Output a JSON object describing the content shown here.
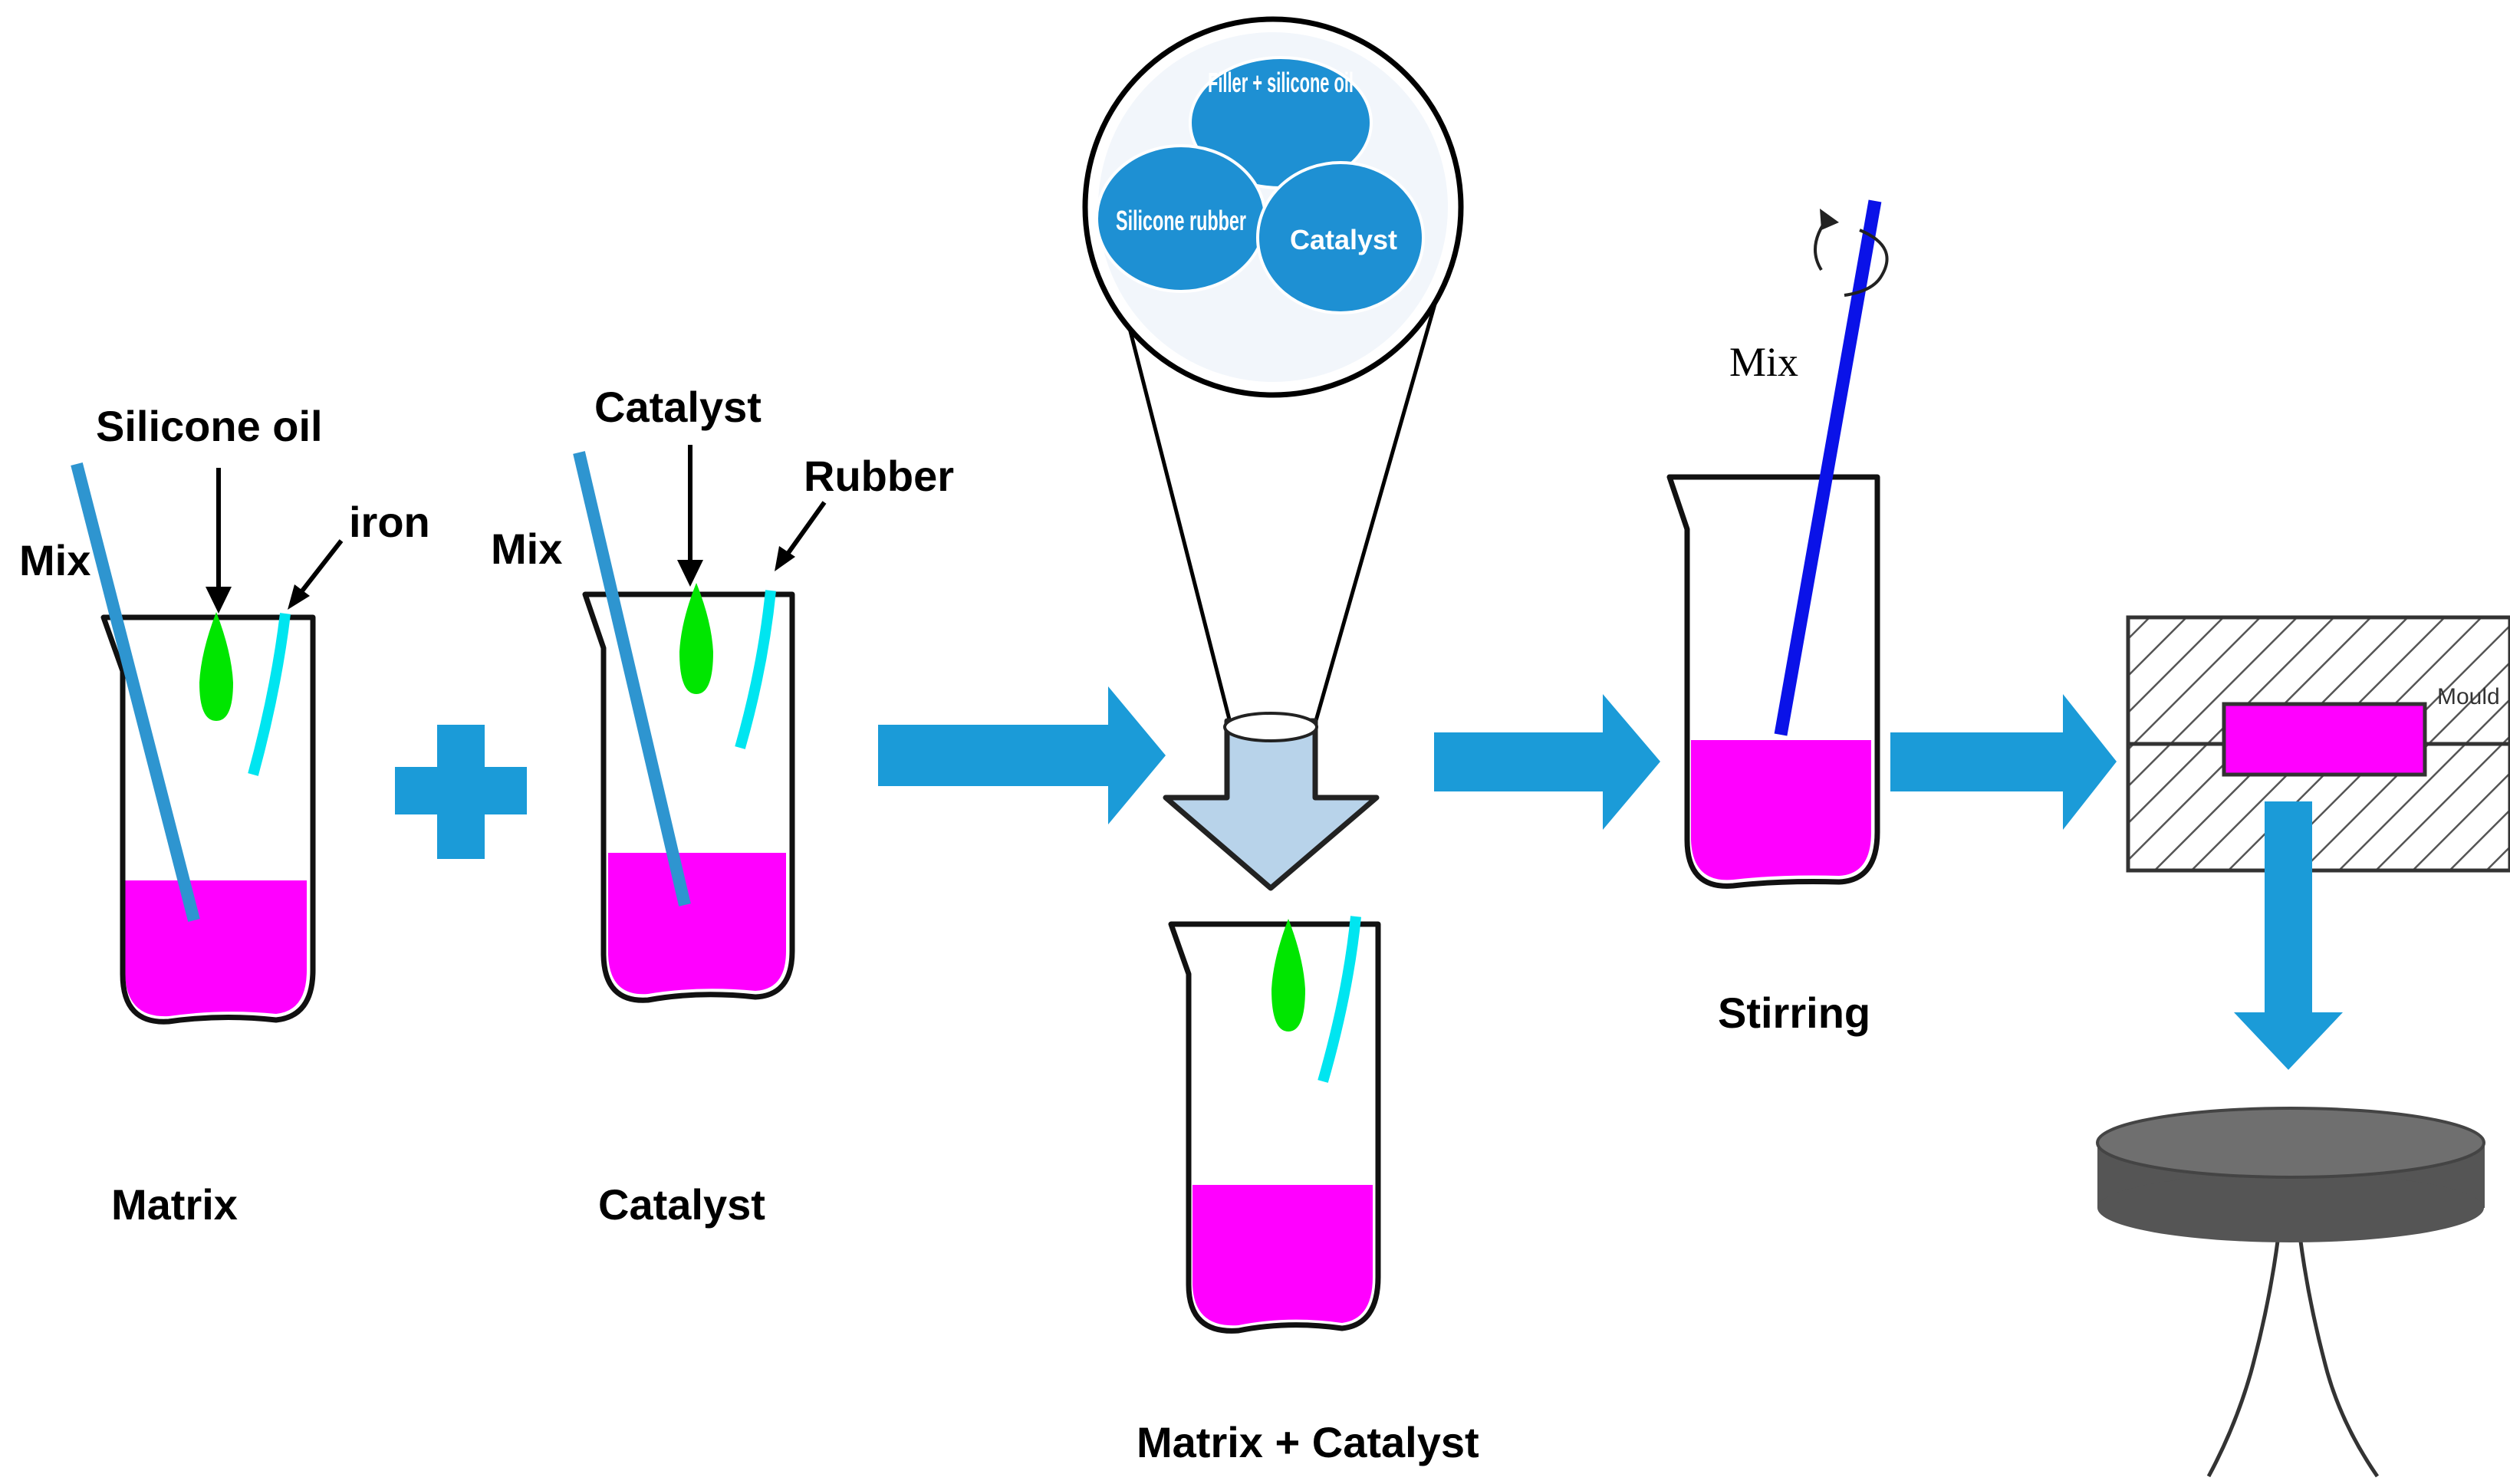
{
  "colors": {
    "liquid": "#ff00ff",
    "drop": "#00e600",
    "rod": "#2e95d0",
    "iron_rod": "#00e5f0",
    "arrow": "#1b9bd8",
    "funnel_arrow": "#b8d3ea",
    "stir_rod": "#0a12e8",
    "bubble": "#1e90d3",
    "disk": "#555555"
  },
  "step1": {
    "name": "Matrix",
    "top_label": "Silicone oil",
    "mix_label": "Mix",
    "side_label": "iron"
  },
  "step2": {
    "name": "Catalyst",
    "top_label": "Catalyst",
    "mix_label": "Mix",
    "side_label": "Rubber"
  },
  "zoom": {
    "bubbles": [
      "Filler + silicone oil",
      "Silicone rubber",
      "Catalyst"
    ]
  },
  "step3": {
    "name": "Matrix + Catalyst"
  },
  "step4": {
    "name": "Stirring",
    "mix_label": "Mix"
  },
  "step5": {
    "mold_label": "Mould"
  },
  "icons": [
    "plus-icon",
    "rotation-arrow-icon",
    "down-arrow-icon",
    "right-arrow-icon"
  ]
}
